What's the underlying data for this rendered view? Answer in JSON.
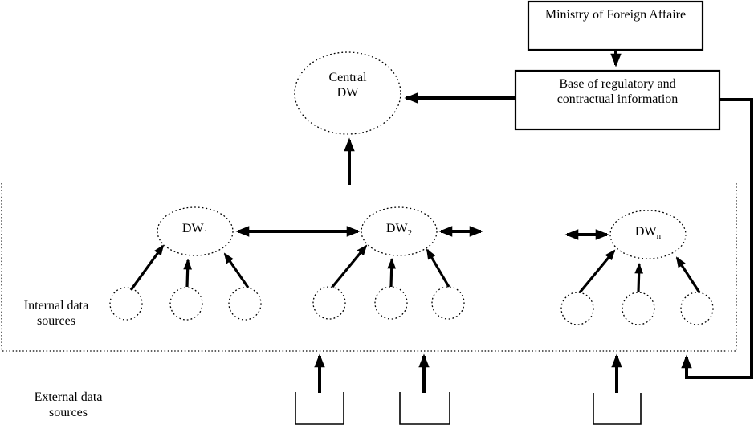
{
  "diagram": {
    "ministry_box": {
      "label": "Ministry of Foreign Affaire"
    },
    "base_box": {
      "line1": "Base of regulatory and",
      "line2": "contractual information"
    },
    "central_dw": {
      "line1": "Central",
      "line2": "DW"
    },
    "dw_nodes": [
      {
        "name": "DW",
        "sub": "1"
      },
      {
        "name": "DW",
        "sub": "2"
      },
      {
        "name": "DW",
        "sub": "n"
      }
    ],
    "labels": {
      "internal": {
        "line1": "Internal data",
        "line2": "sources"
      },
      "external": {
        "line1": "External data",
        "line2": "sources"
      }
    },
    "colors": {
      "ink": "#000000",
      "background": "#ffffff"
    }
  }
}
